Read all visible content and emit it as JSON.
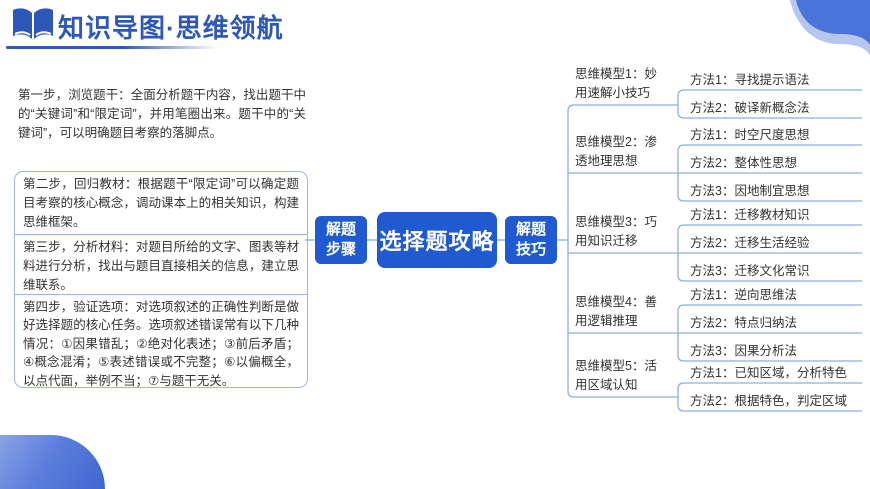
{
  "header": {
    "title": "知识导图·思维领航",
    "icon": "open-book-icon"
  },
  "colors": {
    "node_blue": "#1f5ad0",
    "title_blue": "#2d58b8",
    "line_blue": "#8aafe8",
    "corner_blue": "#4a74d8",
    "corner_light_blue": "#b7c6ee",
    "text": "#333333"
  },
  "center": {
    "label": "选择题攻略"
  },
  "left_branch": {
    "label": "解题步骤",
    "steps": [
      "第一步，浏览题干：全面分析题干内容，找出题干中的“关键词”和“限定词”，并用笔圈出来。题干中的“关键词”，可以明确题目考察的落脚点。",
      "第二步，回归教材：根据题干“限定词”可以确定题目考察的核心概念，调动课本上的相关知识，构建思维框架。",
      "第三步，分析材料：对题目所给的文字、图表等材料进行分析，找出与题目直接相关的信息，建立思维联系。",
      "第四步，验证选项：对选项叙述的正确性判断是做好选择题的核心任务。选项叙述错误常有以下几种情况：①因果错乱；②绝对化表述；③前后矛盾；④概念混淆；⑤表述错误或不完整；⑥以偏概全，以点代面，举例不当；⑦与题干无关。"
    ]
  },
  "right_branch": {
    "label": "解题技巧",
    "models": [
      {
        "label": "思维模型1：妙用速解小技巧",
        "methods": [
          "方法1：寻找提示语法",
          "方法2：破译新概念法"
        ]
      },
      {
        "label": "思维模型2：渗透地理思想",
        "methods": [
          "方法1：时空尺度思想",
          "方法2：整体性思想",
          "方法3：因地制宜思想"
        ]
      },
      {
        "label": "思维模型3：巧用知识迁移",
        "methods": [
          "方法1：迁移教材知识",
          "方法2：迁移生活经验",
          "方法3：迁移文化常识"
        ]
      },
      {
        "label": "思维模型4：善用逻辑推理",
        "methods": [
          "方法1：逆向思维法",
          "方法2：特点归纳法",
          "方法3：因果分析法"
        ]
      },
      {
        "label": "思维模型5：活用区域认知",
        "methods": [
          "方法1：已知区域，分析特色",
          "方法2：根据特色，判定区域"
        ]
      }
    ]
  }
}
